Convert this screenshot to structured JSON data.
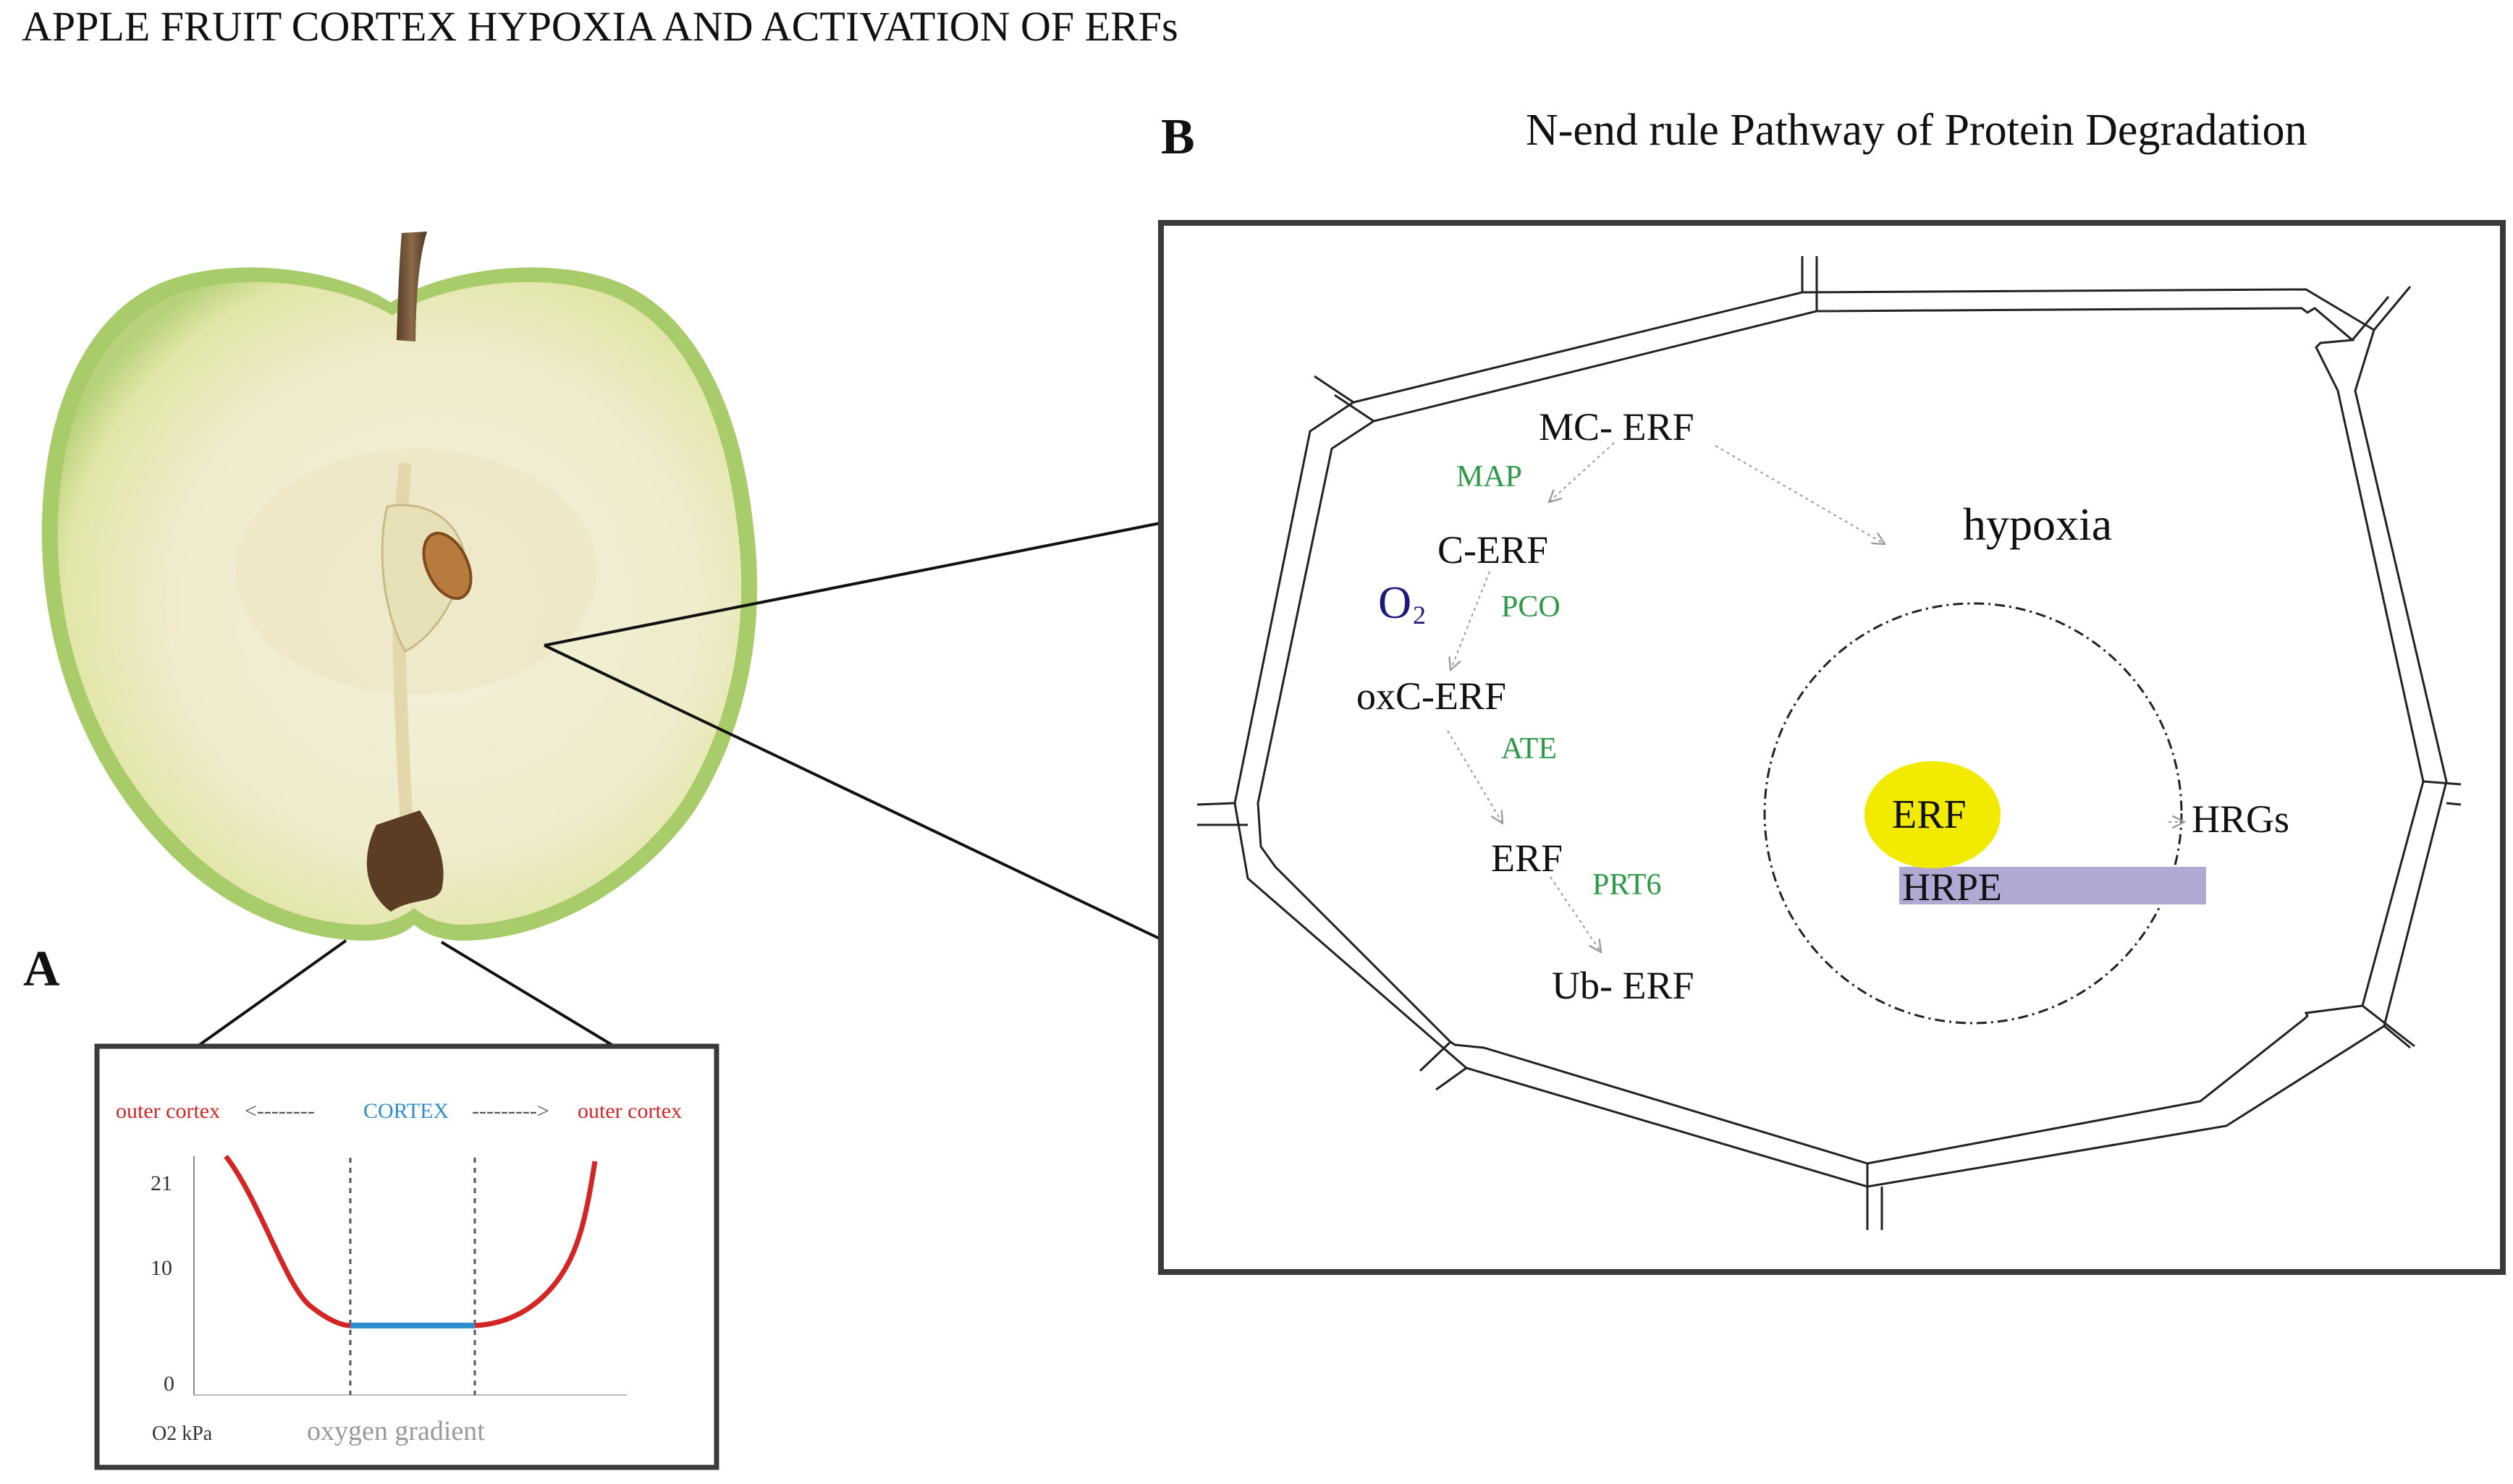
{
  "title": "APPLE FRUIT CORTEX HYPOXIA AND ACTIVATION OF ERFs",
  "panel_a": {
    "letter": "A",
    "image_description": "apple-half-photo",
    "inset": {
      "left_label": "outer cortex",
      "left_arrow": "<--------",
      "center_label": "CORTEX",
      "right_arrow": "--------->",
      "right_label": "outer cortex",
      "y_ticks": [
        "21",
        "10",
        "0"
      ],
      "y_unit_label": "O2 kPa",
      "x_caption": "oxygen gradient",
      "colors": {
        "outer": "#d42525",
        "cortex": "#2b8fd0"
      }
    }
  },
  "panel_b": {
    "letter": "B",
    "title": "N-end rule Pathway of Protein Degradation",
    "pathway": {
      "mc_erf": "MC- ERF",
      "map": "MAP",
      "c_erf": "C-ERF",
      "o2_main": "O",
      "o2_sub": "2",
      "pco": "PCO",
      "oxc_erf": "oxC-ERF",
      "ate": "ATE",
      "erf": "ERF",
      "prt6": "PRT6",
      "ub_erf": "Ub- ERF"
    },
    "hypoxia_label": "hypoxia",
    "nucleus": {
      "erf_label": "ERF",
      "hrpe_label": "HRPE",
      "hrgs_label": "HRGs"
    },
    "colors": {
      "enzyme": "#2a9a44",
      "o2": "#1d1a7a",
      "erf_blob": "#f2ea00",
      "hrpe_bar": "#b2a8d4"
    }
  }
}
